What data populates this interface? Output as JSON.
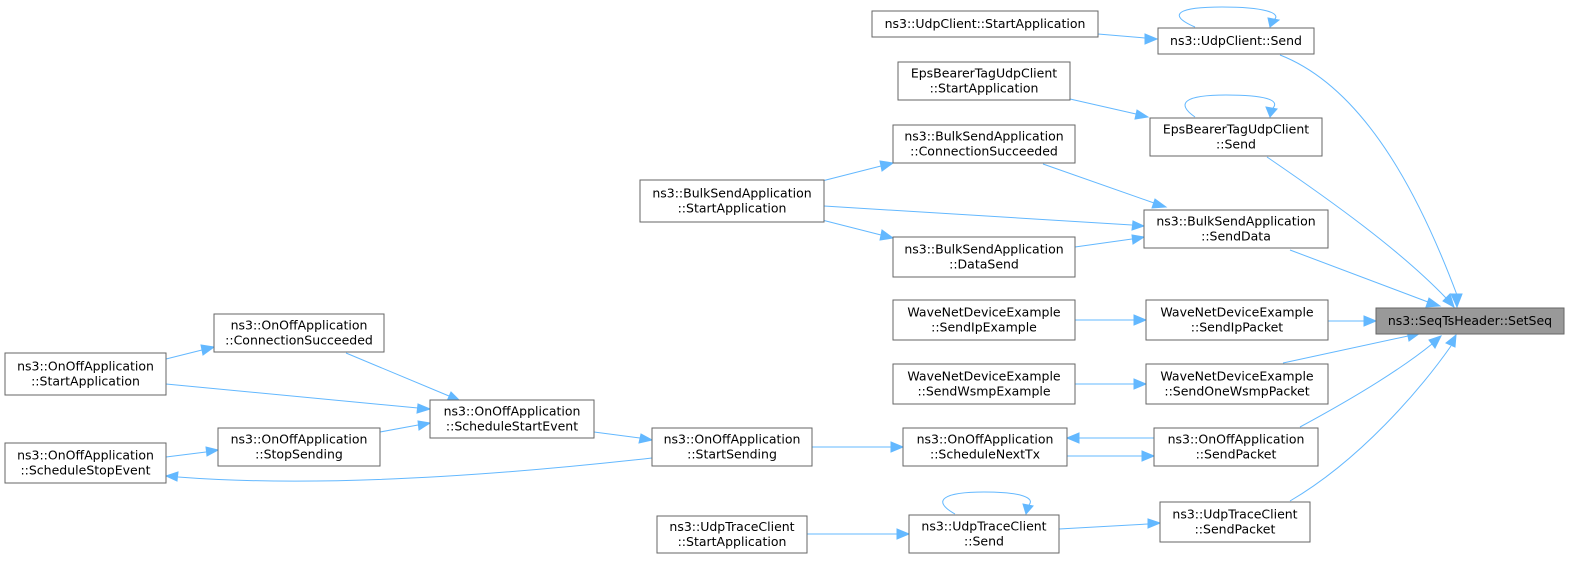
{
  "graph": {
    "root": "seqts_setseq",
    "nodes": [
      {
        "id": "seqts_setseq",
        "lines": [
          "ns3::SeqTsHeader::SetSeq"
        ],
        "root": true
      },
      {
        "id": "udpclient_send",
        "lines": [
          "ns3::UdpClient::Send"
        ]
      },
      {
        "id": "udpclient_startapp",
        "lines": [
          "ns3::UdpClient::StartApplication"
        ]
      },
      {
        "id": "eps_send",
        "lines": [
          "EpsBearerTagUdpClient",
          "::Send"
        ]
      },
      {
        "id": "eps_startapp",
        "lines": [
          "EpsBearerTagUdpClient",
          "::StartApplication"
        ]
      },
      {
        "id": "bulk_senddata",
        "lines": [
          "ns3::BulkSendApplication",
          "::SendData"
        ]
      },
      {
        "id": "bulk_connsucc",
        "lines": [
          "ns3::BulkSendApplication",
          "::ConnectionSucceeded"
        ]
      },
      {
        "id": "bulk_startapp",
        "lines": [
          "ns3::BulkSendApplication",
          "::StartApplication"
        ]
      },
      {
        "id": "bulk_datasend",
        "lines": [
          "ns3::BulkSendApplication",
          "::DataSend"
        ]
      },
      {
        "id": "wave_sendippacket",
        "lines": [
          "WaveNetDeviceExample",
          "::SendIpPacket"
        ]
      },
      {
        "id": "wave_sendipexample",
        "lines": [
          "WaveNetDeviceExample",
          "::SendIpExample"
        ]
      },
      {
        "id": "wave_sendonewsmp",
        "lines": [
          "WaveNetDeviceExample",
          "::SendOneWsmpPacket"
        ]
      },
      {
        "id": "wave_sendwsmpexample",
        "lines": [
          "WaveNetDeviceExample",
          "::SendWsmpExample"
        ]
      },
      {
        "id": "onoff_sendpacket",
        "lines": [
          "ns3::OnOffApplication",
          "::SendPacket"
        ]
      },
      {
        "id": "onoff_schednexttx",
        "lines": [
          "ns3::OnOffApplication",
          "::ScheduleNextTx"
        ]
      },
      {
        "id": "onoff_startsending",
        "lines": [
          "ns3::OnOffApplication",
          "::StartSending"
        ]
      },
      {
        "id": "onoff_schedstart",
        "lines": [
          "ns3::OnOffApplication",
          "::ScheduleStartEvent"
        ]
      },
      {
        "id": "onoff_connsucc",
        "lines": [
          "ns3::OnOffApplication",
          "::ConnectionSucceeded"
        ]
      },
      {
        "id": "onoff_stopsending",
        "lines": [
          "ns3::OnOffApplication",
          "::StopSending"
        ]
      },
      {
        "id": "onoff_startapp",
        "lines": [
          "ns3::OnOffApplication",
          "::StartApplication"
        ]
      },
      {
        "id": "onoff_schedstop",
        "lines": [
          "ns3::OnOffApplication",
          "::ScheduleStopEvent"
        ]
      },
      {
        "id": "udptrace_sendpacket",
        "lines": [
          "ns3::UdpTraceClient",
          "::SendPacket"
        ]
      },
      {
        "id": "udptrace_send",
        "lines": [
          "ns3::UdpTraceClient",
          "::Send"
        ]
      },
      {
        "id": "udptrace_startapp",
        "lines": [
          "ns3::UdpTraceClient",
          "::StartApplication"
        ]
      }
    ],
    "edges": [
      {
        "from": "udpclient_send",
        "to": "seqts_setseq"
      },
      {
        "from": "udpclient_startapp",
        "to": "udpclient_send"
      },
      {
        "from": "udpclient_send",
        "to": "udpclient_send"
      },
      {
        "from": "eps_send",
        "to": "seqts_setseq"
      },
      {
        "from": "eps_startapp",
        "to": "eps_send"
      },
      {
        "from": "eps_send",
        "to": "eps_send"
      },
      {
        "from": "bulk_senddata",
        "to": "seqts_setseq"
      },
      {
        "from": "bulk_connsucc",
        "to": "bulk_senddata"
      },
      {
        "from": "bulk_startapp",
        "to": "bulk_senddata"
      },
      {
        "from": "bulk_datasend",
        "to": "bulk_senddata"
      },
      {
        "from": "bulk_startapp",
        "to": "bulk_connsucc"
      },
      {
        "from": "bulk_startapp",
        "to": "bulk_datasend"
      },
      {
        "from": "wave_sendippacket",
        "to": "seqts_setseq"
      },
      {
        "from": "wave_sendipexample",
        "to": "wave_sendippacket"
      },
      {
        "from": "wave_sendonewsmp",
        "to": "seqts_setseq"
      },
      {
        "from": "wave_sendwsmpexample",
        "to": "wave_sendonewsmp"
      },
      {
        "from": "onoff_sendpacket",
        "to": "seqts_setseq"
      },
      {
        "from": "onoff_schednexttx",
        "to": "onoff_sendpacket"
      },
      {
        "from": "onoff_sendpacket",
        "to": "onoff_schednexttx"
      },
      {
        "from": "onoff_startsending",
        "to": "onoff_schednexttx"
      },
      {
        "from": "onoff_schedstart",
        "to": "onoff_startsending"
      },
      {
        "from": "onoff_connsucc",
        "to": "onoff_schedstart"
      },
      {
        "from": "onoff_startapp",
        "to": "onoff_schedstart"
      },
      {
        "from": "onoff_stopsending",
        "to": "onoff_schedstart"
      },
      {
        "from": "onoff_startapp",
        "to": "onoff_connsucc"
      },
      {
        "from": "onoff_schedstop",
        "to": "onoff_stopsending"
      },
      {
        "from": "onoff_startsending",
        "to": "onoff_schedstop"
      },
      {
        "from": "udptrace_sendpacket",
        "to": "seqts_setseq"
      },
      {
        "from": "udptrace_send",
        "to": "udptrace_sendpacket"
      },
      {
        "from": "udptrace_send",
        "to": "udptrace_send"
      },
      {
        "from": "udptrace_startapp",
        "to": "udptrace_send"
      }
    ]
  }
}
